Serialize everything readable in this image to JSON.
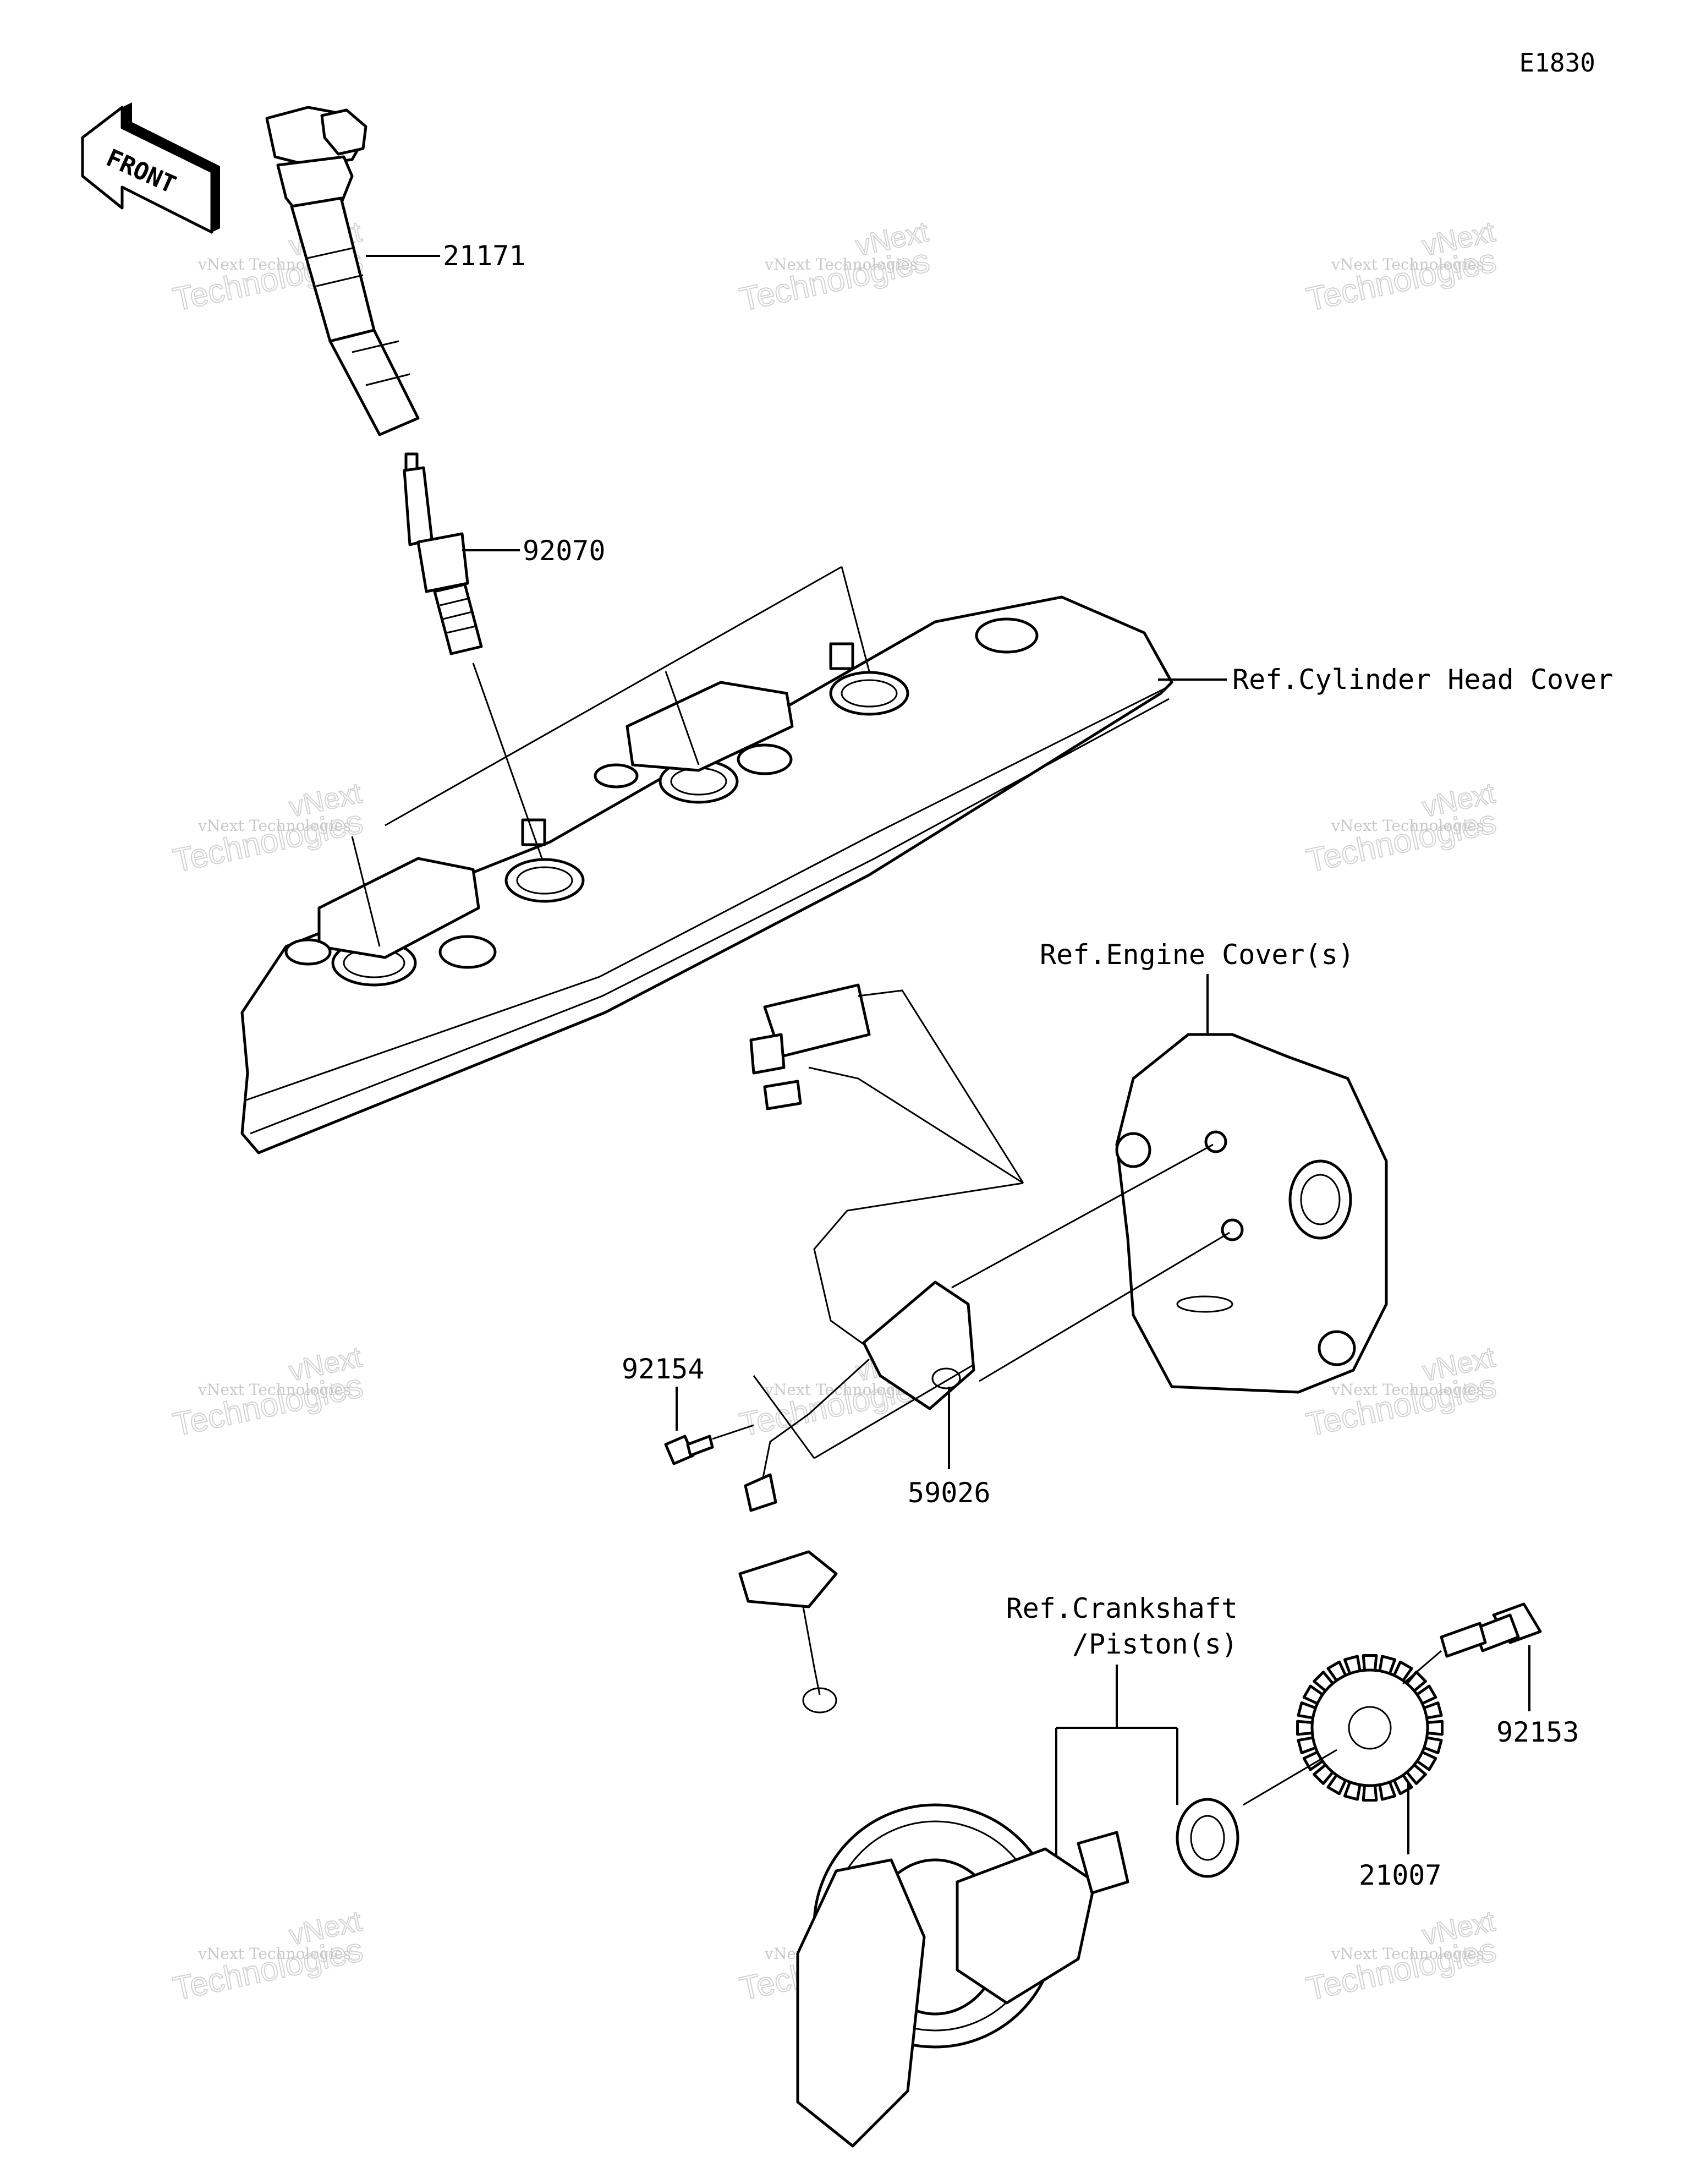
{
  "diagram_code": "E1830",
  "front_arrow_label": "FRONT",
  "callouts": {
    "ignition_coil": "21171",
    "spark_plug": "92070",
    "cylinder_head_cover": "Ref.Cylinder Head Cover",
    "engine_cover": "Ref.Engine Cover(s)",
    "bolt_92154": "92154",
    "pickup_coil": "59026",
    "crankshaft_line1": "Ref.Crankshaft",
    "crankshaft_line2": "/Piston(s)",
    "bolt_92153": "92153",
    "timing_rotor": "21007"
  },
  "watermark": {
    "line1": "vNext Technologies",
    "line2": "vNext",
    "line3": "Technologies"
  }
}
